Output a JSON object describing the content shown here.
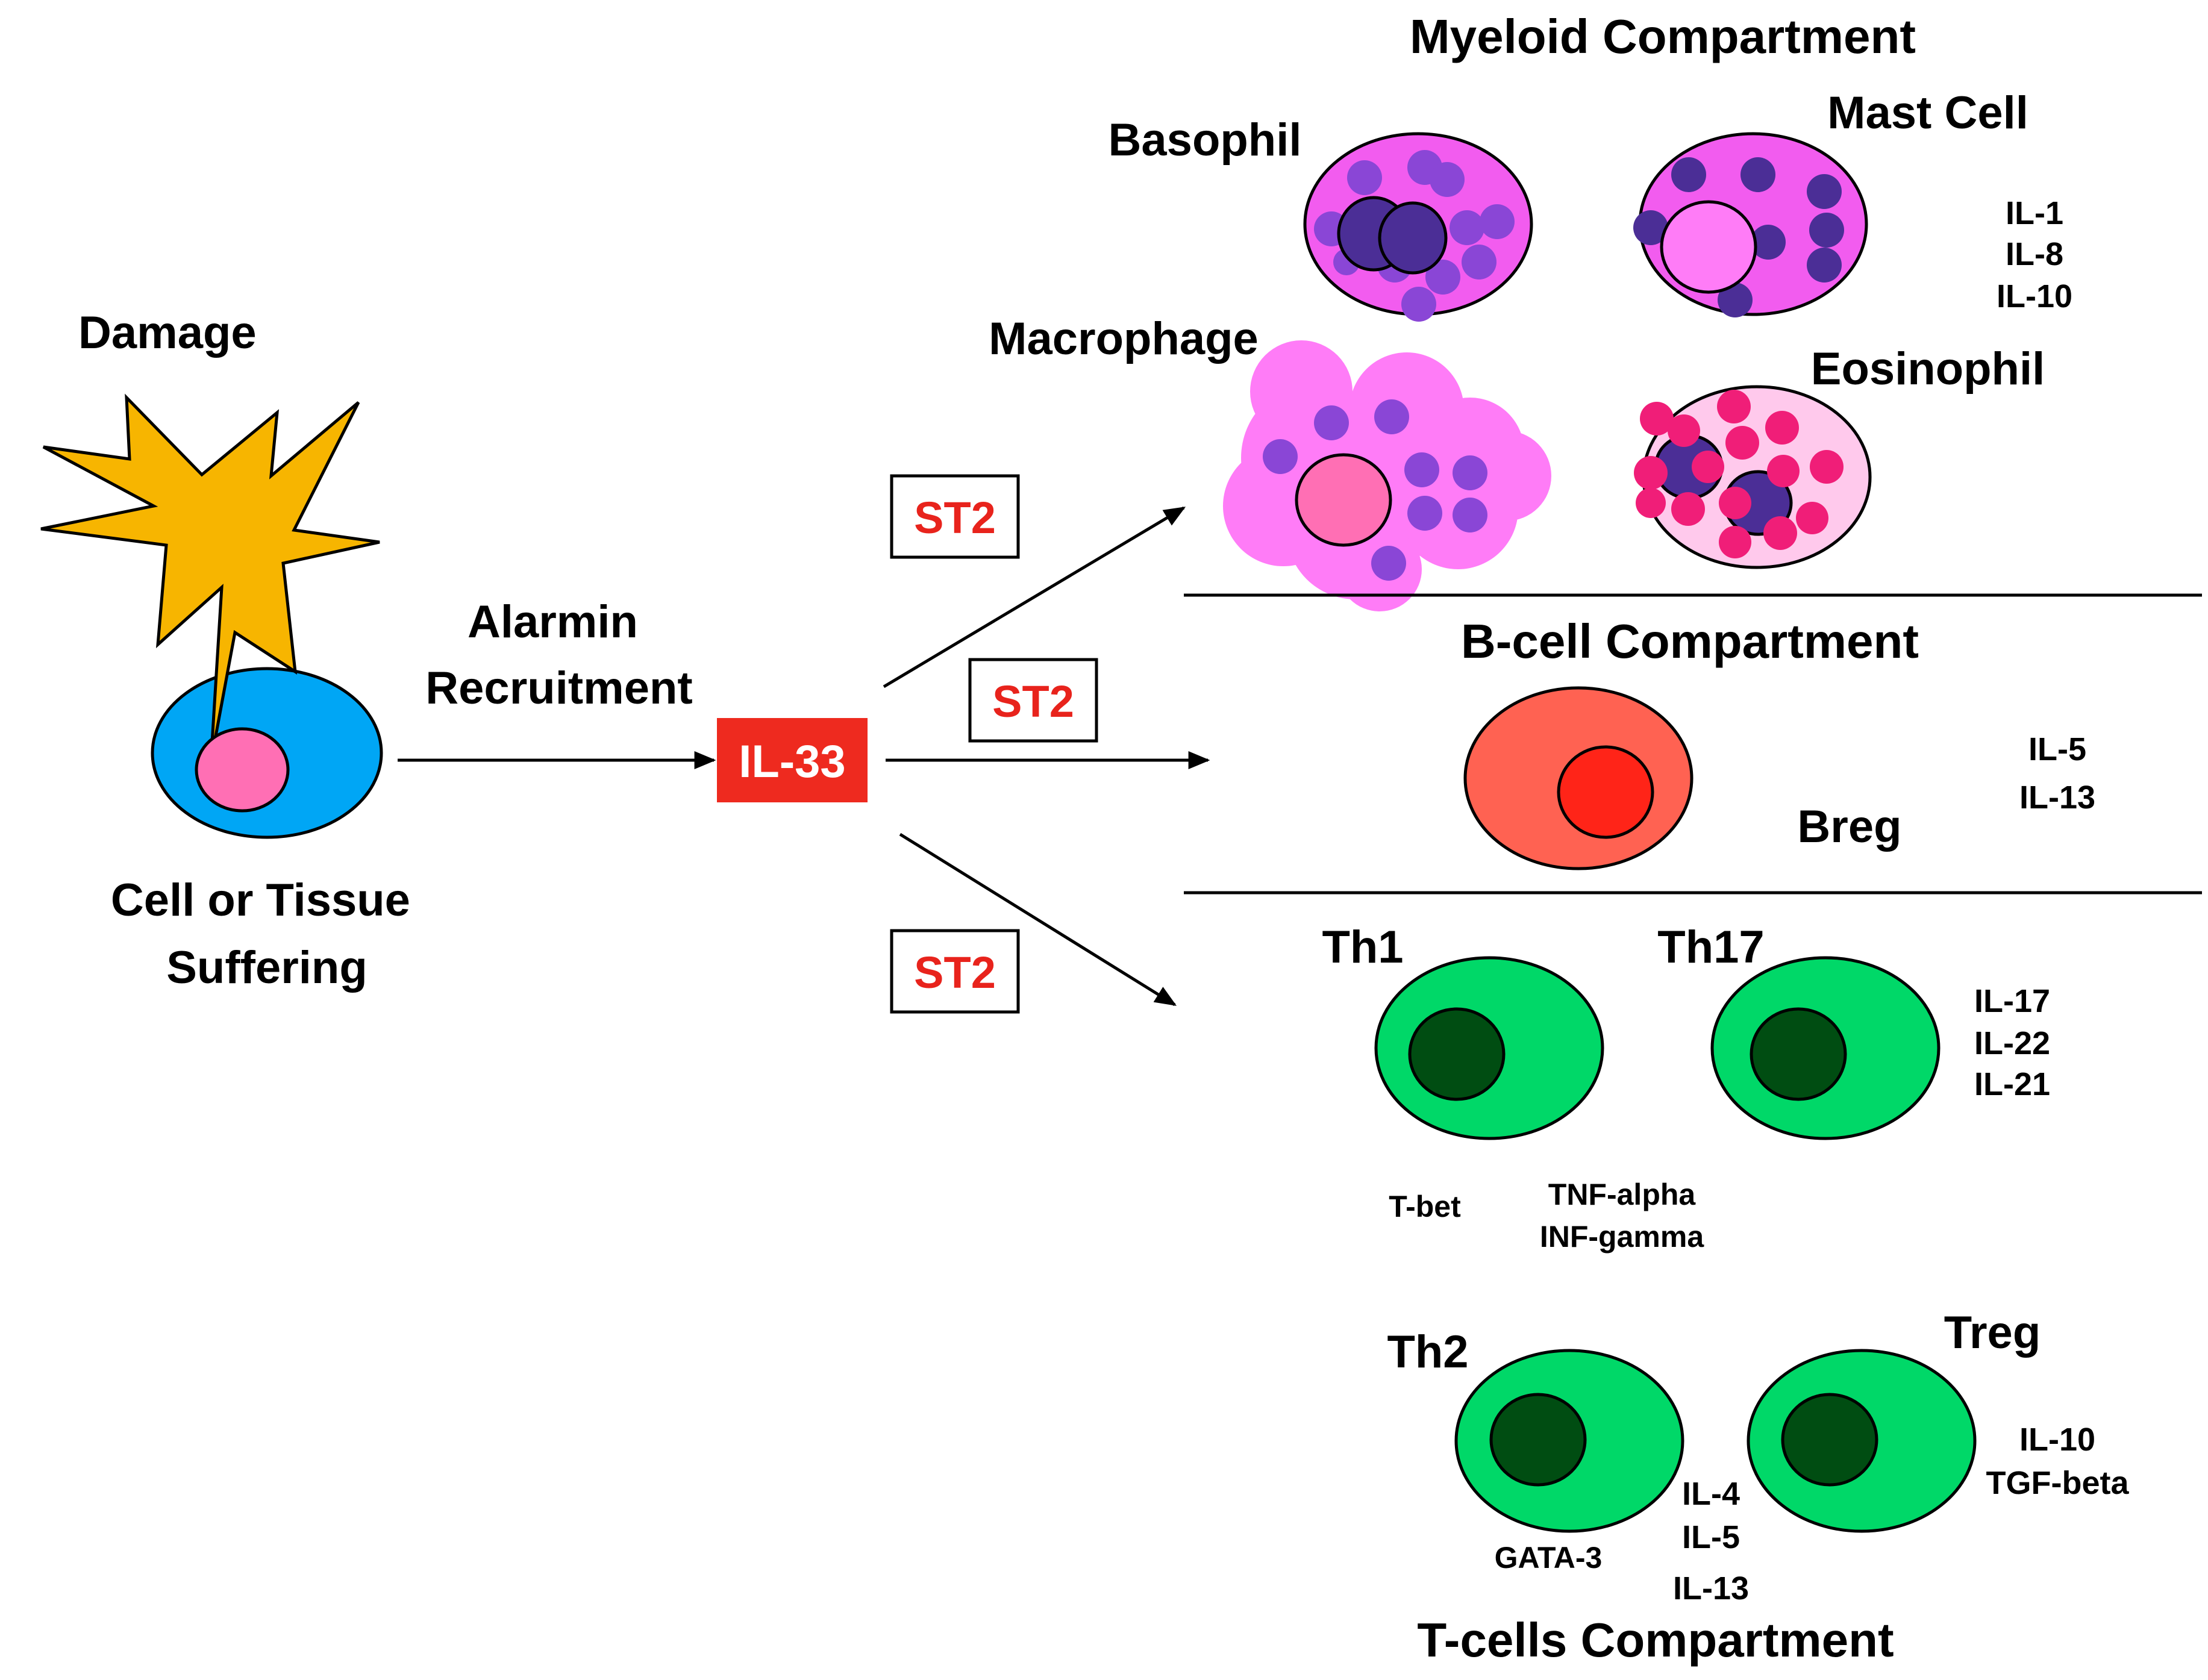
{
  "damage": {
    "label": "Damage"
  },
  "source_cell": {
    "label_line1": "Cell or Tissue",
    "label_line2": "Suffering"
  },
  "alarmin": {
    "line1": "Alarmin",
    "line2": "Recruitment"
  },
  "il33": {
    "label": "IL-33"
  },
  "receptor": {
    "top": "ST2",
    "middle": "ST2",
    "bottom": "ST2"
  },
  "myeloid": {
    "title": "Myeloid Compartment",
    "basophil": "Basophil",
    "mast_cell": "Mast Cell",
    "macrophage": "Macrophage",
    "eosinophil": "Eosinophil",
    "cytokines": [
      "IL-1",
      "IL-8",
      "IL-10"
    ]
  },
  "bcell": {
    "title": "B-cell Compartment",
    "breg": "Breg",
    "cytokines": [
      "IL-5",
      "IL-13"
    ]
  },
  "tcell": {
    "title": "T-cells Compartment",
    "th1": "Th1",
    "th17": "Th17",
    "th17_cytokines": [
      "IL-17",
      "IL-22",
      "IL-21"
    ],
    "th1_tf": "T-bet",
    "th1_cytokines": [
      "TNF-alpha",
      "INF-gamma"
    ],
    "th2": "Th2",
    "treg": "Treg",
    "th2_tf": "GATA-3",
    "th2_cytokines": [
      "IL-4",
      "IL-5",
      "IL-13"
    ],
    "treg_cytokines": [
      "IL-10",
      "TGF-beta"
    ]
  },
  "colors": {
    "source_cell": "#00a6f5",
    "nucleus_pink": "#ff6fb4",
    "damage_star": "#f7b500",
    "il33_box": "#ee2a1f",
    "st2_text": "#e8231c",
    "myeloid_cell": "#f25cef",
    "granule_purple": "#8a46d6",
    "nucleus_dark_purple": "#4b2e96",
    "macrophage_cloud": "#ff7cf7",
    "eosinophil_body": "#ffc9ec",
    "granule_pink": "#f01e78",
    "breg_body": "#ff6252",
    "breg_nucleus": "#ff2418",
    "tcell_body": "#00d868",
    "tcell_nucleus": "#004d12"
  }
}
